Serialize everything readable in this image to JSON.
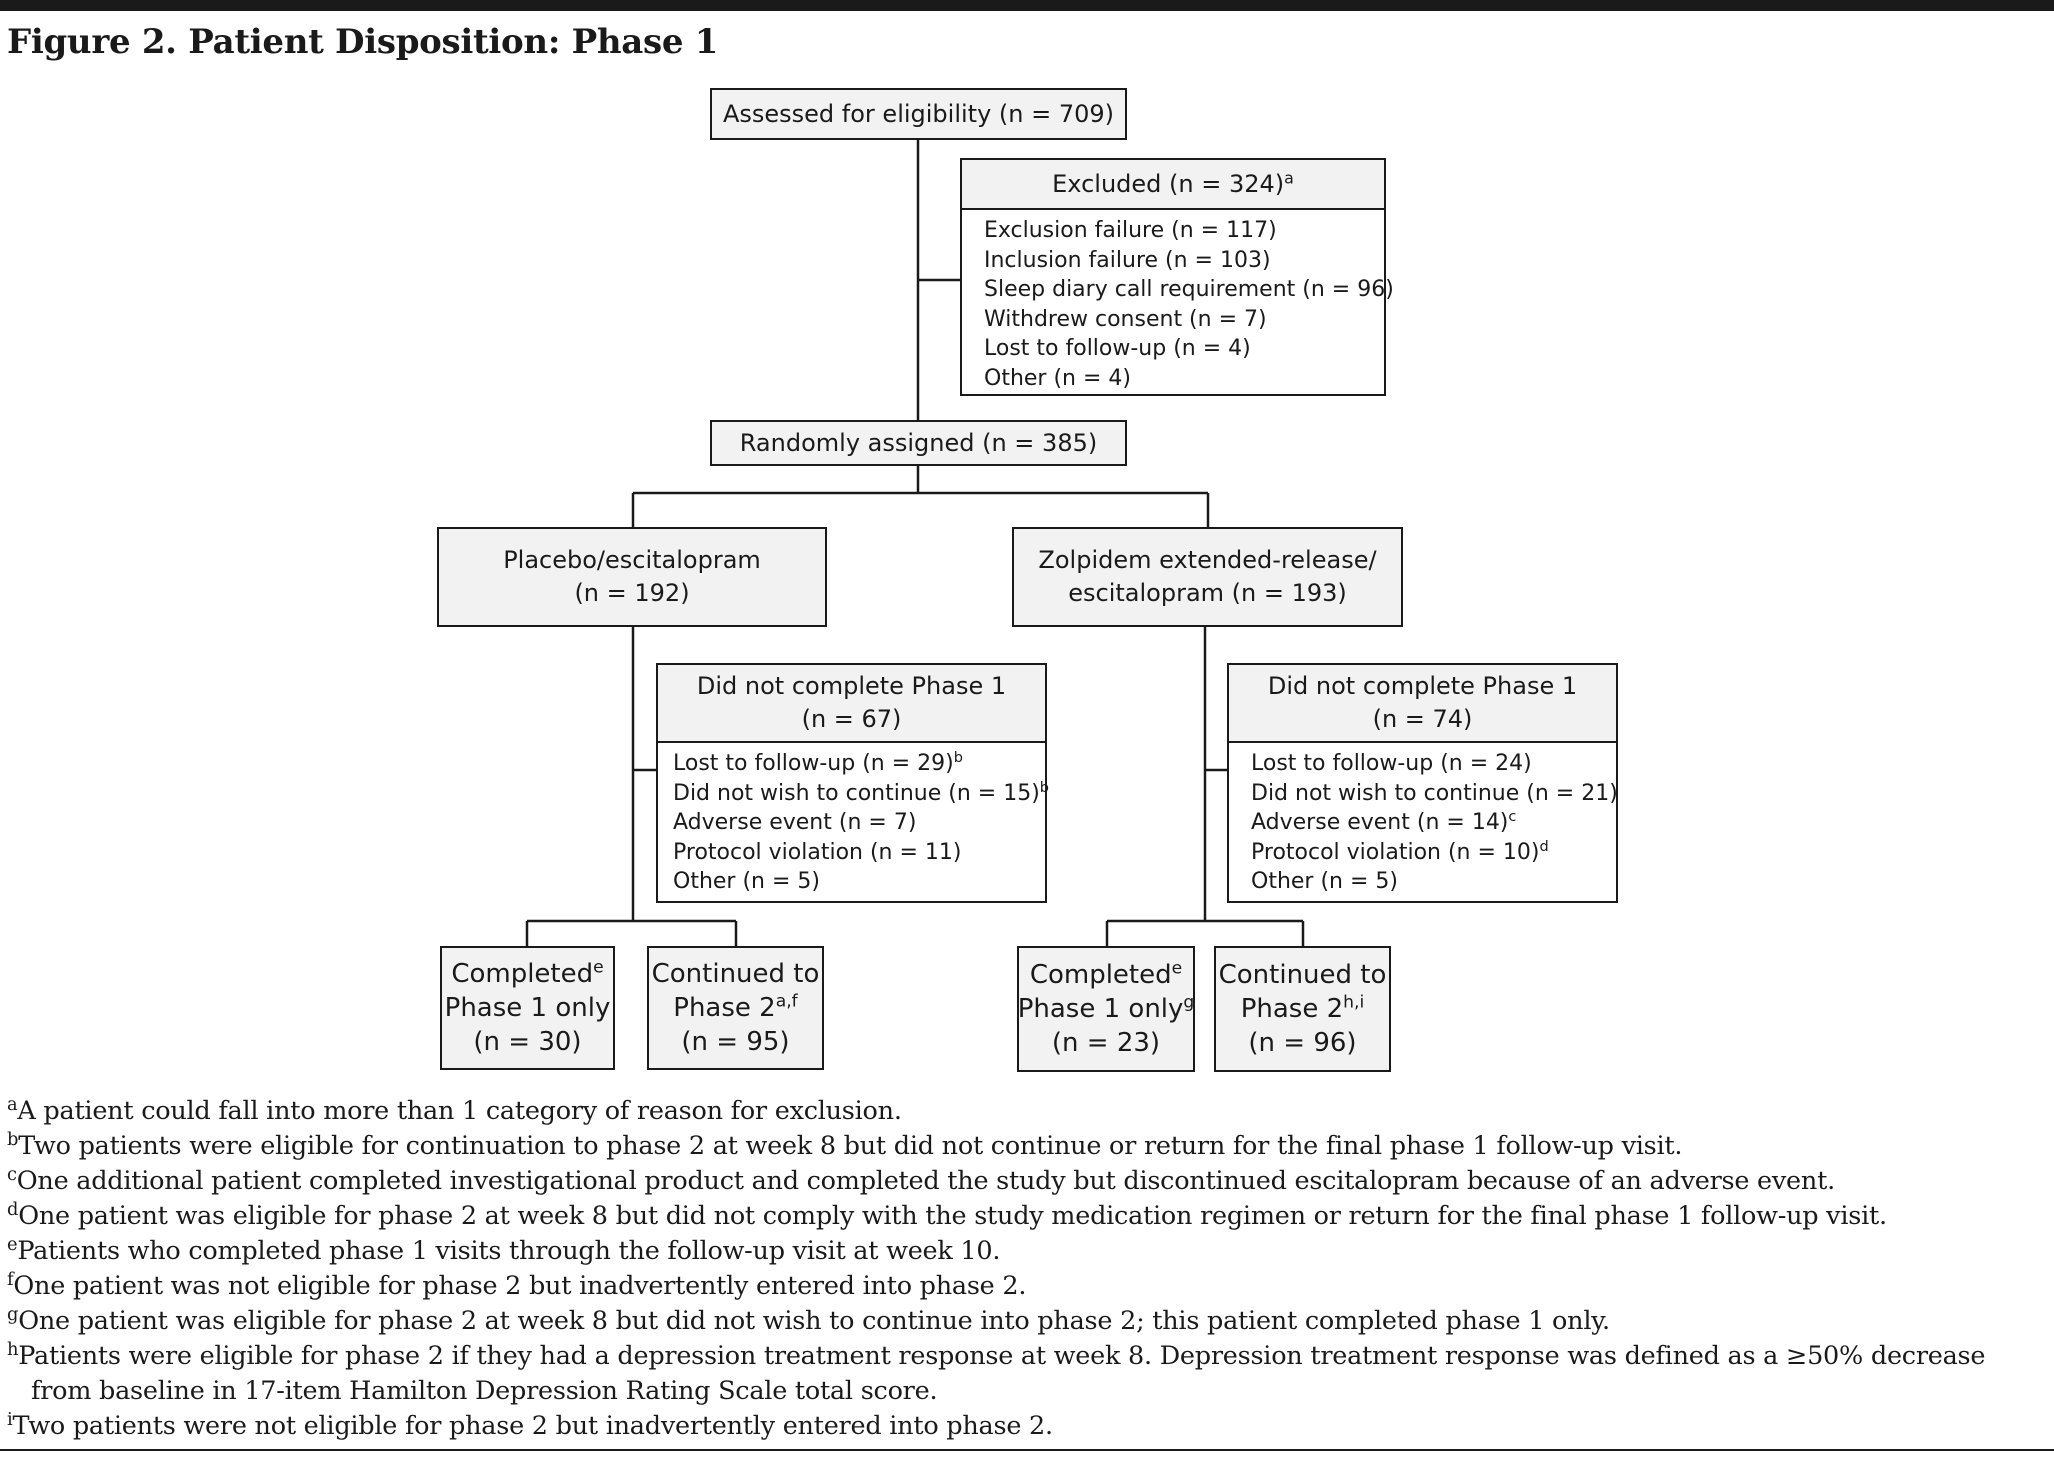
{
  "title": "Figure 2. Patient Disposition: Phase 1",
  "assessed": {
    "label": "Assessed for eligibility (n = 709)"
  },
  "excluded": {
    "label": "Excluded (n = 324)",
    "label_sup": "a",
    "reasons": [
      "Exclusion failure (n = 117)",
      "Inclusion failure (n = 103)",
      "Sleep diary call requirement (n = 96)",
      "Withdrew consent (n = 7)",
      "Lost to follow-up (n = 4)",
      "Other (n = 4)"
    ]
  },
  "randomized": {
    "label": "Randomly assigned (n = 385)"
  },
  "placebo": {
    "line1": "Placebo/escitalopram",
    "line2": "(n = 192)"
  },
  "zolpidem": {
    "line1": "Zolpidem extended-release/",
    "line2": "escitalopram (n = 193)"
  },
  "placebo_dnc": {
    "line1": "Did not complete Phase 1",
    "line2": "(n = 67)",
    "reasons": [
      {
        "text": "Lost to follow-up (n = 29)",
        "sup": "b"
      },
      {
        "text": "Did not wish to continue (n = 15)",
        "sup": "b"
      },
      {
        "text": "Adverse event (n = 7)",
        "sup": ""
      },
      {
        "text": "Protocol violation (n = 11)",
        "sup": ""
      },
      {
        "text": "Other (n = 5)",
        "sup": ""
      }
    ]
  },
  "zolpidem_dnc": {
    "line1": "Did not complete Phase 1",
    "line2": "(n = 74)",
    "reasons": [
      {
        "text": "Lost to follow-up (n = 24)",
        "sup": ""
      },
      {
        "text": "Did not wish to continue (n = 21)",
        "sup": ""
      },
      {
        "text": "Adverse event (n = 14)",
        "sup": "c"
      },
      {
        "text": "Protocol violation (n = 10)",
        "sup": "d"
      },
      {
        "text": "Other (n = 5)",
        "sup": ""
      }
    ]
  },
  "placebo_completed": {
    "line1": "Completed",
    "line1_sup": "e",
    "line2": "Phase 1 only",
    "line2_sup": "",
    "line3": "(n = 30)"
  },
  "placebo_continued": {
    "line1": "Continued to",
    "line2": "Phase 2",
    "line2_sup": "a,f",
    "line3": "(n = 95)"
  },
  "zolpidem_completed": {
    "line1": "Completed",
    "line1_sup": "e",
    "line2": "Phase 1 only",
    "line2_sup": "g",
    "line3": "(n = 23)"
  },
  "zolpidem_continued": {
    "line1": "Continued to",
    "line2": "Phase 2",
    "line2_sup": "h,i",
    "line3": "(n = 96)"
  },
  "footnotes": [
    {
      "mark": "a",
      "lines": [
        "A patient could fall into more than 1 category of reason for exclusion."
      ]
    },
    {
      "mark": "b",
      "lines": [
        "Two patients were eligible for continuation to phase 2 at week 8 but did not continue or return for the final phase 1 follow-up visit."
      ]
    },
    {
      "mark": "c",
      "lines": [
        "One additional patient completed investigational product and completed the study but discontinued escitalopram because of an adverse event."
      ]
    },
    {
      "mark": "d",
      "lines": [
        "One patient was eligible for phase 2 at week 8 but did not comply with the study medication regimen or return for the final phase 1 follow-up visit."
      ]
    },
    {
      "mark": "e",
      "lines": [
        "Patients who completed phase 1 visits through the follow-up visit at week 10."
      ]
    },
    {
      "mark": "f",
      "lines": [
        "One patient was not eligible for phase 2 but inadvertently entered into phase 2."
      ]
    },
    {
      "mark": "g",
      "lines": [
        "One patient was eligible for phase 2 at week 8 but did not wish to continue into phase 2; this patient completed phase 1 only."
      ]
    },
    {
      "mark": "h",
      "lines": [
        "Patients were eligible for phase 2 if they had a depression treatment response at week 8. Depression treatment response was defined as a ≥50% decrease",
        "from baseline in 17-item Hamilton Depression Rating Scale total score."
      ]
    },
    {
      "mark": "i",
      "lines": [
        "Two patients were not eligible for phase 2 but inadvertently entered into phase 2."
      ]
    }
  ]
}
